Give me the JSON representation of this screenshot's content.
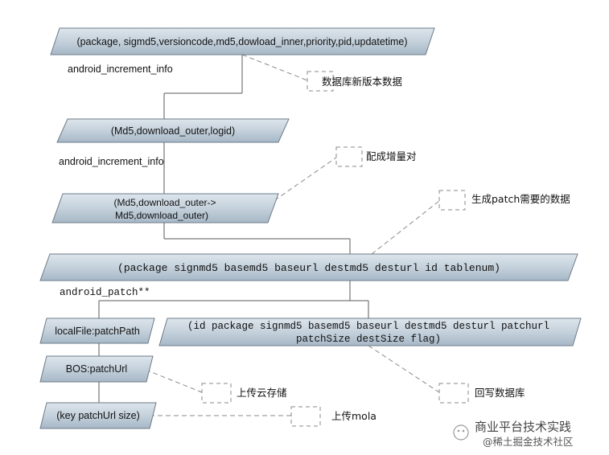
{
  "shapes": {
    "record_versions": "(package, sigmd5,versioncode,md5,dowload_inner,priority,pid,updatetime)",
    "md5_triplet": "(Md5,download_outer,logid)",
    "md5_pair_line1": "(Md5,download_outer->",
    "md5_pair_line2": "Md5,download_outer)",
    "sign_tablenum": "(package signmd5 basemd5 baseurl destmd5 desturl id tablenum)",
    "local_file": "localFile:patchPath",
    "patch_record_line1": "(id package signmd5 basemd5 baseurl destmd5 desturl patchurl",
    "patch_record_line2": "patchSize destSize flag)",
    "bos_url": "BOS:patchUrl",
    "key_url_size": "(key patchUrl size)"
  },
  "labels": {
    "increment_info_1": "android_increment_info",
    "increment_info_2": "android_increment_info",
    "patch_table": "android_patch**"
  },
  "annotations": {
    "new_version_data": "数据库新版本数据",
    "pair_increment": "配成增量对",
    "generate_patch_data": "生成patch需要的数据",
    "upload_cloud": "上传云存储",
    "write_back_db": "回写数据库",
    "upload_mola": "上传mola"
  },
  "watermark": {
    "text": "商业平台技术实践",
    "subtext": "@稀土掘金技术社区"
  },
  "colors": {
    "shape_fill_top": "#d9e1e8",
    "shape_fill_bottom": "#a9b9c7",
    "shape_stroke": "#6d7b88",
    "connector": "#5a5a5a",
    "dashed": "#8a8a8a"
  }
}
